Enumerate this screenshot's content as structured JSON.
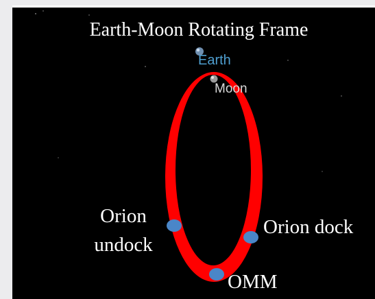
{
  "title": "Earth-Moon Rotating Frame",
  "bodies": {
    "earth": {
      "label": "Earth",
      "color": "#4f9fd0"
    },
    "moon": {
      "label": "Moon",
      "color": "#d8d8d8"
    }
  },
  "events": {
    "undock_line1": "Orion",
    "undock_line2": "undock",
    "dock": "Orion dock",
    "omm": "OMM"
  },
  "colors": {
    "background": "#000000",
    "orbit": "#ff0000",
    "marker": "#4a86c8",
    "text": "#ffffff",
    "frame": "#ececee"
  }
}
